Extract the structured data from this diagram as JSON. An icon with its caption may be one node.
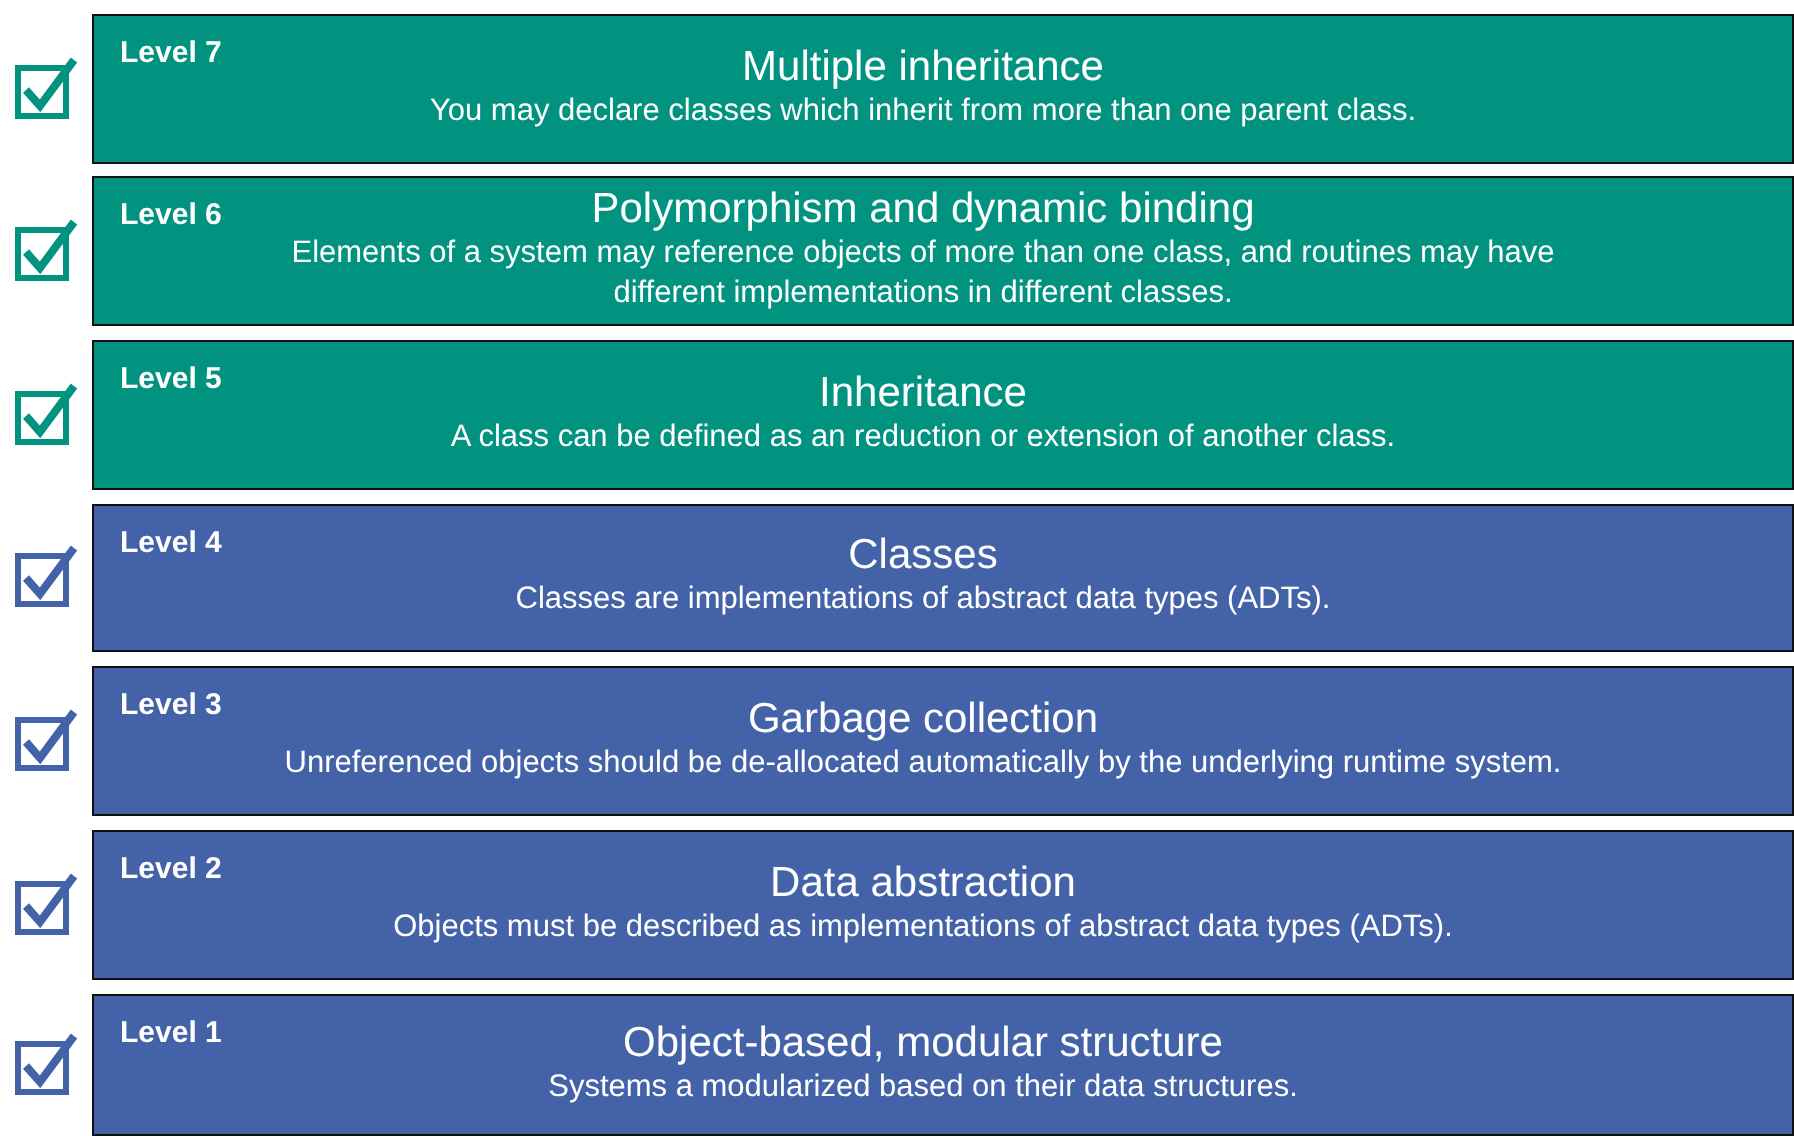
{
  "diagram": {
    "nodes": [
      {
        "text": [
          "Level 7",
          "Multiple inheritance",
          "You may declare classes which inherit from more than one parent class."
        ]
      },
      {
        "text": [
          "Level 6",
          "Polymorphism and dynamic binding",
          "Elements of a system may reference objects of more than one class, and routines may have different implementations in different classes."
        ]
      },
      {
        "text": [
          "Level 5",
          "Inheritance",
          "A class can be defined as an reduction or extension of another class."
        ]
      },
      {
        "text": [
          "Level 4",
          "Classes",
          "Classes are implementations of abstract data types (ADTs)."
        ]
      },
      {
        "text": [
          "Level 3",
          "Garbage collection",
          "Unreferenced objects should be de-allocated automatically by the underlying runtime system."
        ]
      },
      {
        "text": [
          "Level 2",
          "Data abstraction",
          "Objects must be described as implementations of abstract data types (ADTs)."
        ]
      },
      {
        "text": [
          "Level 1",
          "Object-based, modular structure",
          "Systems a modularized based on their data structures."
        ]
      }
    ]
  }
}
